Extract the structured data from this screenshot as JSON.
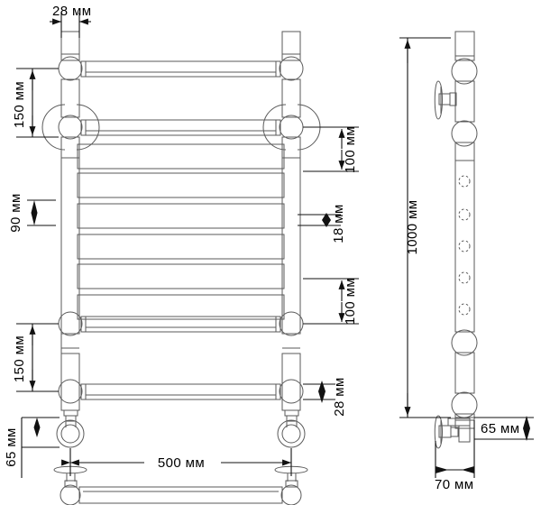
{
  "drawing": {
    "title": "Heated towel rail dimension drawing",
    "units": "мм",
    "line_color": "#1a1a1a",
    "part_color": "#555555",
    "background": "#ffffff"
  },
  "dimensions": {
    "top_tube_width": "28 мм",
    "upper_gap_150": "150 мм",
    "rung_pitch_90": "90 мм",
    "joint_gap_100_upper": "100 мм",
    "rung_thickness_18": "18 мм",
    "joint_gap_100_lower": "100 мм",
    "lower_gap_150": "150 мм",
    "bottom_tube_28": "28 мм",
    "foot_height_65": "65 мм",
    "overall_width_500": "500 мм",
    "overall_height_1000": "1000 мм",
    "wall_offset_65": "65 мм",
    "depth_70": "70 мм"
  },
  "views": {
    "front": {
      "name": "front-elevation",
      "rails": 2,
      "sphere_joints_per_rail": 4,
      "tube_rungs": 4,
      "flat_rungs": 5
    },
    "side": {
      "name": "side-elevation",
      "sphere_joints": 4,
      "dashed_holes": 5,
      "wall_brackets": 2
    }
  }
}
